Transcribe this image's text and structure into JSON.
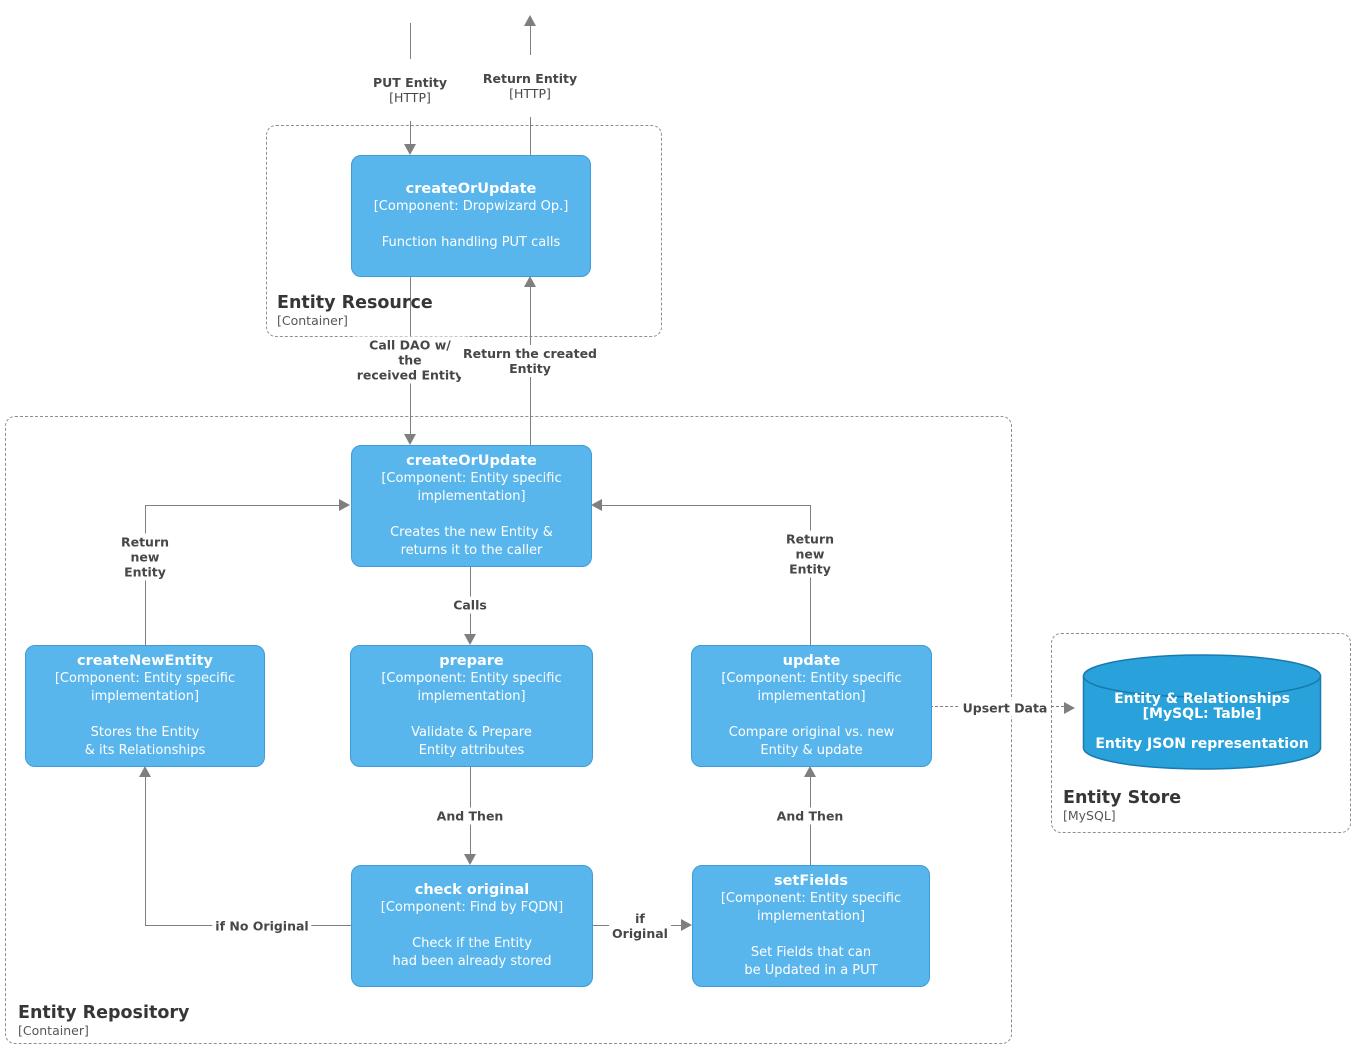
{
  "diagram": {
    "containers": {
      "resource": {
        "title": "Entity Resource",
        "subtitle": "[Container]"
      },
      "repository": {
        "title": "Entity Repository",
        "subtitle": "[Container]"
      },
      "store": {
        "title": "Entity Store",
        "subtitle": "[MySQL]"
      }
    },
    "nodes": {
      "resource_create_or_update": {
        "title": "createOrUpdate",
        "meta": "[Component: Dropwizard Op.]",
        "desc": "Function handling PUT calls"
      },
      "repo_create_or_update": {
        "title": "createOrUpdate",
        "meta": "[Component: Entity specific\nimplementation]",
        "desc": "Creates the new Entity &\nreturns it to the caller"
      },
      "create_new_entity": {
        "title": "createNewEntity",
        "meta": "[Component: Entity specific\nimplementation]",
        "desc": "Stores the Entity\n& its Relationships"
      },
      "prepare": {
        "title": "prepare",
        "meta": "[Component: Entity specific\nimplementation]",
        "desc": "Validate & Prepare\nEntity attributes"
      },
      "update": {
        "title": "update",
        "meta": "[Component: Entity specific\nimplementation]",
        "desc": "Compare original vs. new\nEntity & update"
      },
      "check_original": {
        "title": "check original",
        "meta": "[Component: Find by FQDN]",
        "desc": "Check if the Entity\nhad been already stored"
      },
      "set_fields": {
        "title": "setFields",
        "meta": "[Component: Entity specific\nimplementation]",
        "desc": "Set Fields that can\nbe Updated in a PUT"
      },
      "entity_store_table": {
        "title": "Entity & Relationships",
        "meta": "[MySQL: Table]",
        "desc": "Entity JSON representation"
      }
    },
    "edges": {
      "put_entity": {
        "label": "PUT Entity",
        "tech": "[HTTP]"
      },
      "return_entity": {
        "label": "Return Entity",
        "tech": "[HTTP]"
      },
      "call_dao": {
        "label": "Call DAO w/\nthe\nreceived Entity"
      },
      "return_created": {
        "label": "Return the created\nEntity"
      },
      "calls": {
        "label": "Calls"
      },
      "and_then_left": {
        "label": "And Then"
      },
      "and_then_right": {
        "label": "And Then"
      },
      "return_new_left": {
        "label": "Return\nnew\nEntity"
      },
      "return_new_right": {
        "label": "Return\nnew\nEntity"
      },
      "if_no_original": {
        "label": "if No Original"
      },
      "if_original": {
        "label": "if\nOriginal"
      },
      "upsert_data": {
        "label": "Upsert Data"
      }
    },
    "colors": {
      "component_fill": "#58B6EC",
      "component_border": "#3D9CD9",
      "database_fill": "#29A1DB",
      "database_border": "#1A7AB0",
      "line": "#7F7F7F",
      "label_text": "#474747",
      "container_border": "#8F8F8F"
    }
  }
}
